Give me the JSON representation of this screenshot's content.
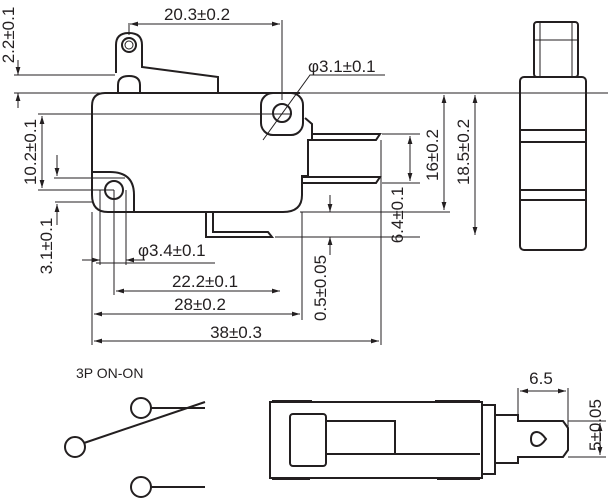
{
  "dimensions": {
    "lever_to_hole": "20.3±0.2",
    "lever_height": "2.2±0.1",
    "hole_upper_dia": "φ3.1±0.1",
    "hole_spacing_v": "10.2±0.1",
    "hole_lower_offset": "3.1±0.1",
    "hole_lower_dia": "φ3.4±0.1",
    "hole_spacing_h": "22.2±0.1",
    "body_length": "28±0.2",
    "overall_length": "38±0.3",
    "terminal_thickness": "0.5±0.05",
    "terminal_pitch": "6.4±0.1",
    "body_height": "16±0.2",
    "overall_height": "18.5±0.2",
    "terminal_length": "6.5",
    "terminal_width": "5±0.05"
  },
  "schematic": {
    "label": "3P ON-ON"
  }
}
